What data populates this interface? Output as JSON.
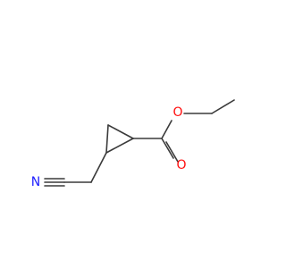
{
  "colors": {
    "bond": "#3a3a3a",
    "oxygen": "#ff0d0d",
    "nitrogen": "#2020ff"
  },
  "atoms": {
    "o_ester": {
      "symbol": "O"
    },
    "o_carbonyl": {
      "symbol": "O"
    },
    "n_nitrile": {
      "symbol": "N"
    }
  }
}
